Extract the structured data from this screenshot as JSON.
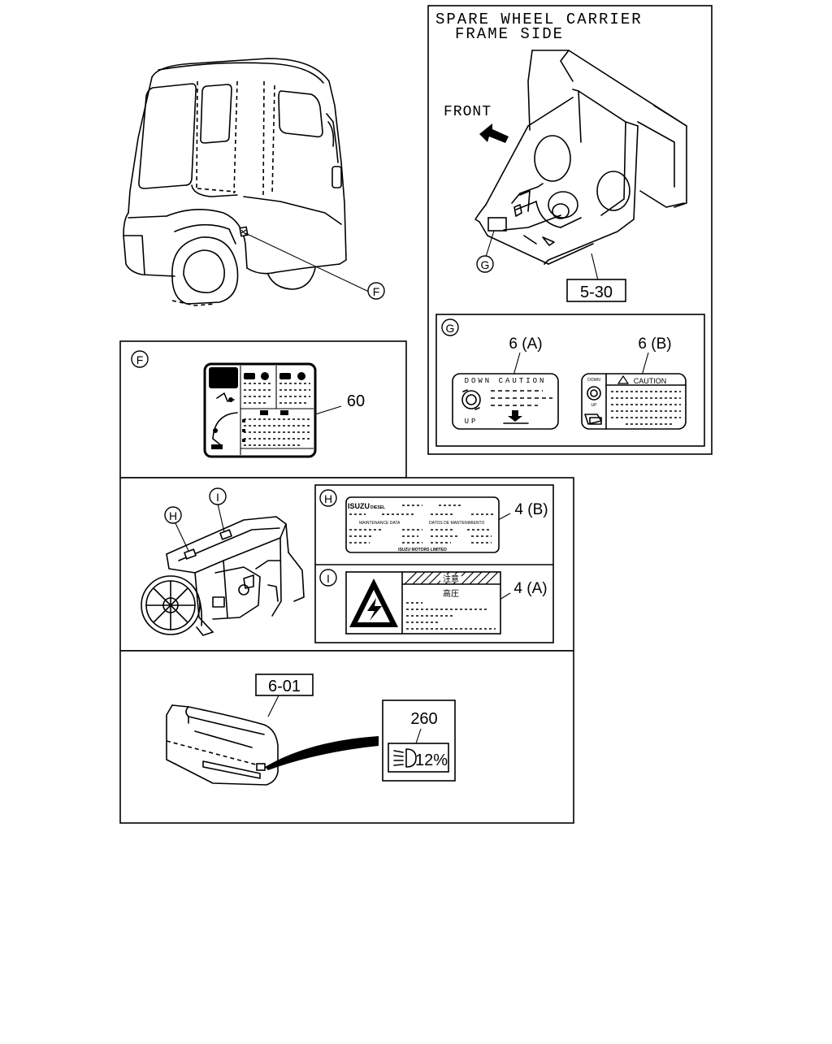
{
  "spare_wheel_title": [
    "SPARE WHEEL CARRIER",
    "FRAME SIDE"
  ],
  "front_label": "FRONT",
  "callouts": {
    "f": "F",
    "g": "G",
    "h": "H",
    "i": "I"
  },
  "part_refs": {
    "ref_5_30": "5-30",
    "ref_6_01": "6-01"
  },
  "part_numbers": {
    "p60": "60",
    "p6a": "6 (A)",
    "p6b": "6 (B)",
    "p4b": "4 (B)",
    "p4a": "4 (A)",
    "p260": "260"
  },
  "labels": {
    "down_caution": "DOWN CAUTION",
    "up": "UP",
    "caution": "CAUTION",
    "down_small": "DOWN",
    "up_small": "UP",
    "isuzu": "ISUZU",
    "diesel": "DIESEL",
    "maintenance_data": "MAINTENANCE DATA",
    "datos": "DATOS DE MANTENIMIENTO",
    "isuzu_motors": "ISUZU MOTORS LIMITED",
    "jp_warning": "注意",
    "jp_high_voltage": "高圧",
    "headlamp_pct": "12%"
  }
}
